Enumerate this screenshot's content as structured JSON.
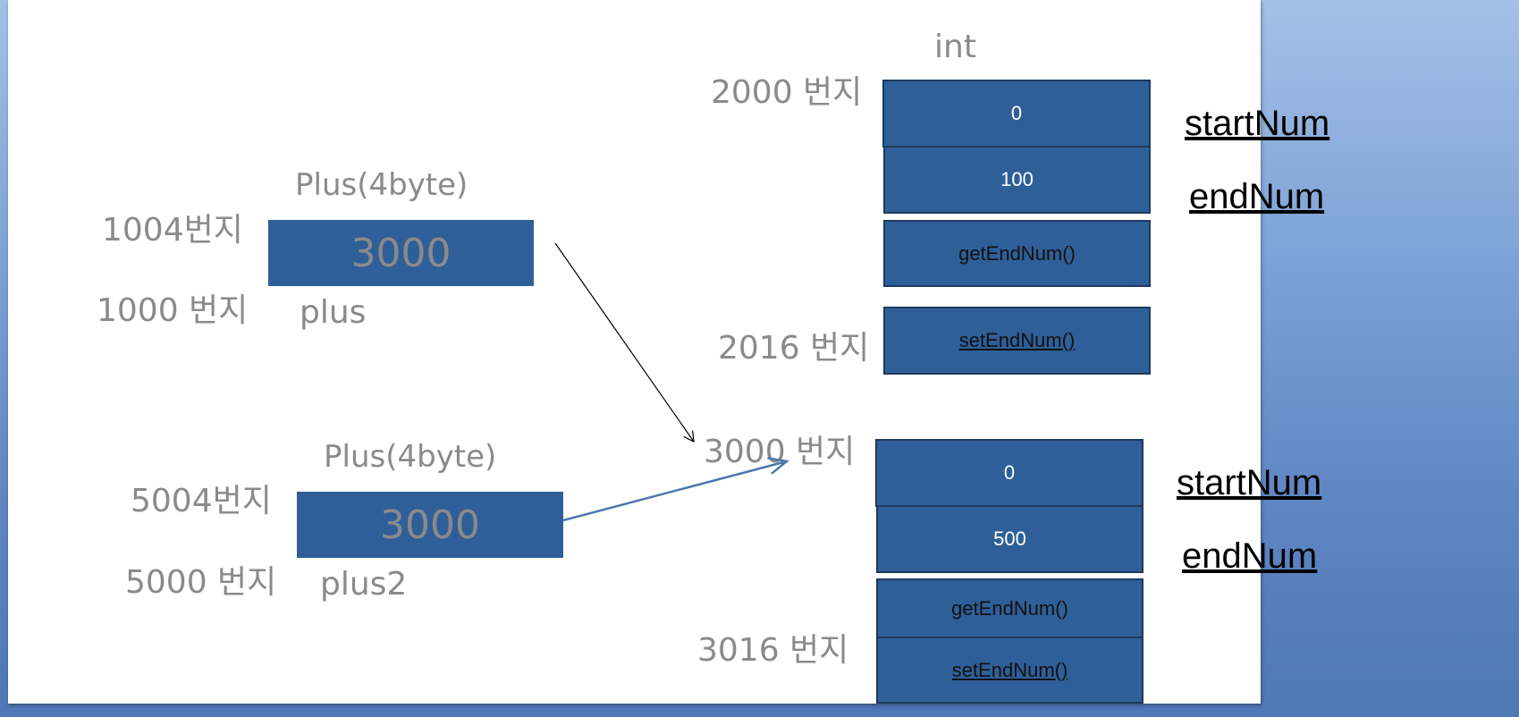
{
  "object1": {
    "type_label": "int",
    "address": "2000 번지",
    "cells": [
      "0",
      "100",
      "getEndNum()",
      "setEndNum()"
    ],
    "method_address": "2016 번지",
    "fields": [
      "startNum",
      "endNum"
    ]
  },
  "object2": {
    "address": "3000 번지",
    "cells": [
      "0",
      "500",
      "getEndNum()",
      "setEndNum()"
    ],
    "method_address": "3016 번지",
    "fields": [
      "startNum",
      "endNum"
    ]
  },
  "var1": {
    "type_label": "Plus(4byte)",
    "value_address": "1004번지",
    "value": "3000",
    "var_address": "1000 번지",
    "name": "plus"
  },
  "var2": {
    "type_label": "Plus(4byte)",
    "value_address": "5004번지",
    "value": "3000",
    "var_address": "5000 번지",
    "name": "plus2"
  },
  "colors": {
    "box_fill": "#2f5f98",
    "box_border": "#1e3b5e",
    "label_gray": "#8a8a8a",
    "arrow_blue": "#4a78b0",
    "arrow_black": "#000000"
  }
}
